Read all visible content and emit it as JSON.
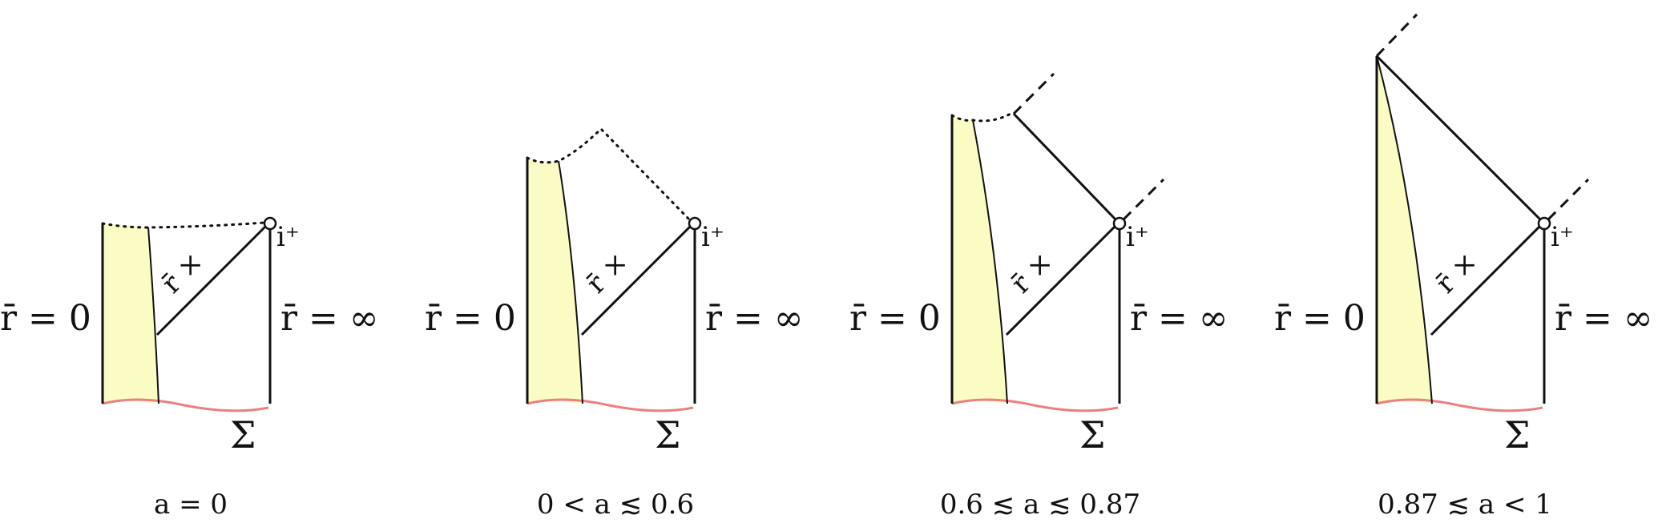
{
  "colors": {
    "shading": "#fbfbc4",
    "boundary": "#111111",
    "sigma_curve": "#ec7f7f"
  },
  "panels": [
    {
      "id": "panel-1",
      "left_label": "r̄ = 0",
      "right_label": "r̄ = ∞",
      "horizon_label": "r̄ ×",
      "corner_label": "i⁺",
      "sigma_label": "Σ",
      "caption": "a = 0"
    },
    {
      "id": "panel-2",
      "left_label": "r̄ = 0",
      "right_label": "r̄ = ∞",
      "horizon_label": "r̄ ×",
      "corner_label": "i⁺",
      "sigma_label": "Σ",
      "caption": "0 < a ≲ 0.6"
    },
    {
      "id": "panel-3",
      "left_label": "r̄ = 0",
      "right_label": "r̄ = ∞",
      "horizon_label": "r̄ ×",
      "corner_label": "i⁺",
      "sigma_label": "Σ",
      "caption": "0.6 ≲ a ≲ 0.87"
    },
    {
      "id": "panel-4",
      "left_label": "r̄ = 0",
      "right_label": "r̄ = ∞",
      "horizon_label": "r̄ ×",
      "corner_label": "i⁺",
      "sigma_label": "Σ",
      "caption": "0.87 ≲ a < 1"
    }
  ]
}
